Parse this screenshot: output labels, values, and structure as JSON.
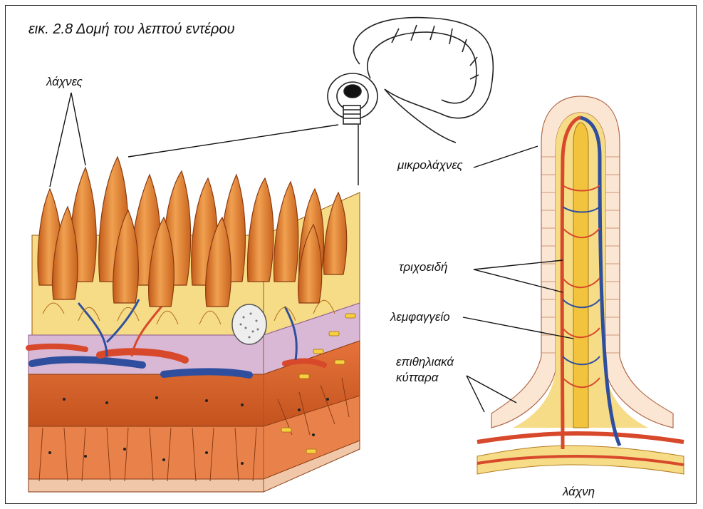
{
  "figure": {
    "title": "εικ. 2.8 Δομή του λεπτού εντέρου"
  },
  "labels": {
    "villi": "λάχνες",
    "microvilli": "μικρολάχνες",
    "capillaries": "τριχοειδή",
    "lacteal": "λεμφαγγείο",
    "epithelial_line1": "επιθηλιακά",
    "epithelial_line2": "κύτταρα",
    "single_villus": "λάχνη"
  },
  "colors": {
    "villus_orange": "#e8832a",
    "mucosa_yellow": "#f6dc86",
    "artery_red": "#d8492c",
    "vein_blue": "#2f4f9e",
    "lymph_yellow": "#f2c33c",
    "muscle_orange": "#d9652c",
    "frame": "#222222"
  }
}
